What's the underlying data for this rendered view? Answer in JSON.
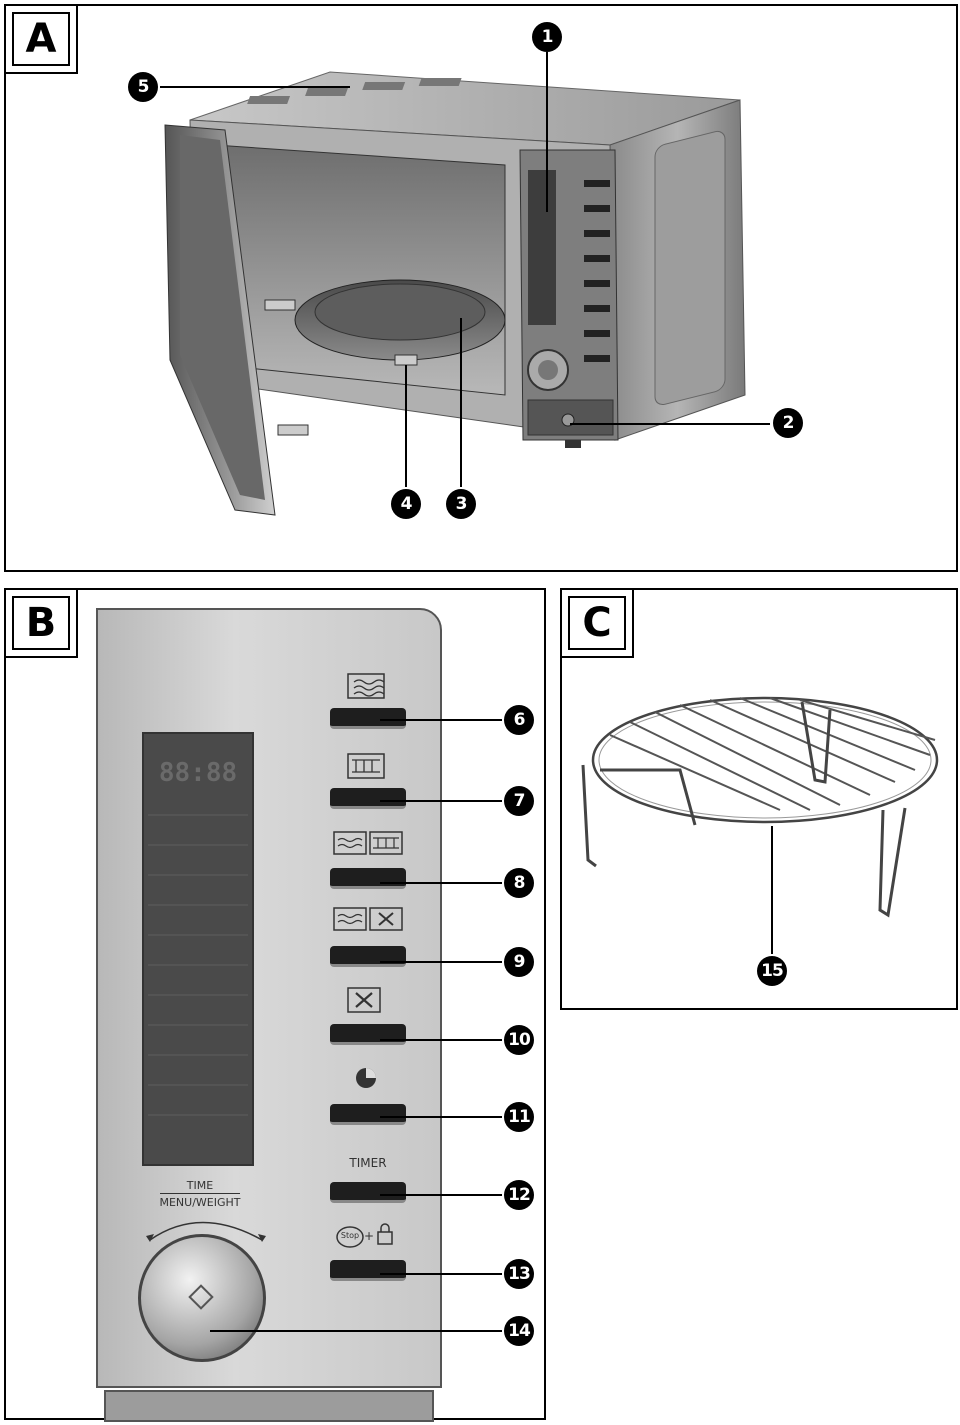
{
  "panels": {
    "a": "A",
    "b": "B",
    "c": "C"
  },
  "callouts": {
    "c1": "1",
    "c2": "2",
    "c3": "3",
    "c4": "4",
    "c5": "5",
    "c6": "6",
    "c7": "7",
    "c8": "8",
    "c9": "9",
    "c10": "10",
    "c11": "11",
    "c12": "12",
    "c13": "13",
    "c14": "14",
    "c15": "15"
  },
  "control_panel": {
    "display_digits": "88:88",
    "timer_label": "TIMER",
    "knob_label_top": "TIME",
    "knob_label_bottom": "MENU/WEIGHT",
    "stop_label": "Stop",
    "plus": "+"
  },
  "icons": {
    "b6": "microwave-waves-icon",
    "b7": "grill-icon",
    "b8": "microwave-grill-combo-icon",
    "b9": "microwave-convection-combo-icon",
    "b10": "convection-fan-icon",
    "b11": "pie-clock-icon",
    "b13": "stop-lock-icon"
  }
}
